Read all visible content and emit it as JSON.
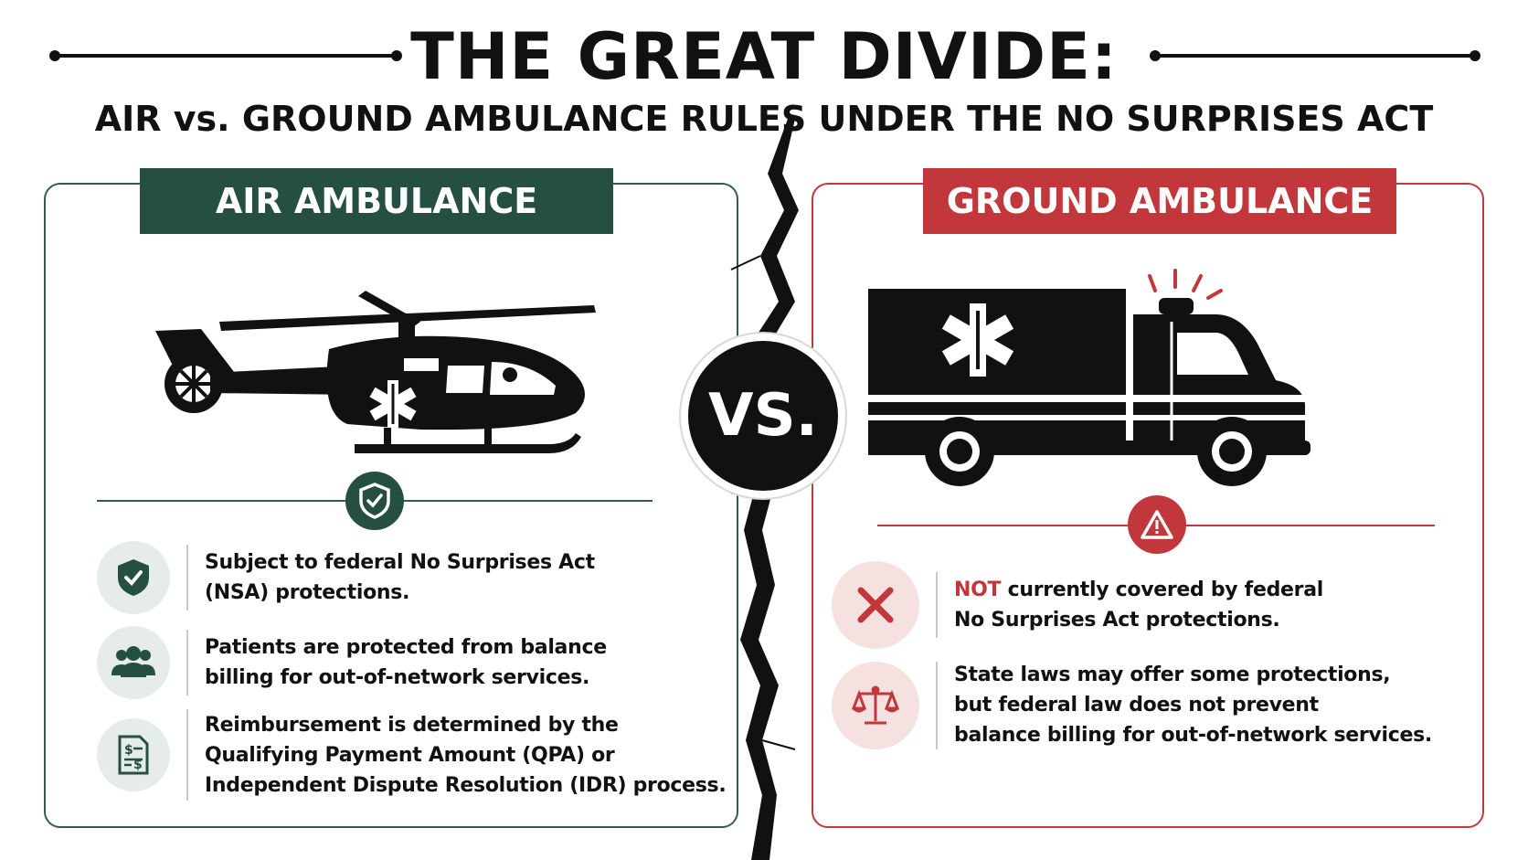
{
  "header": {
    "title": "THE GREAT DIVIDE:",
    "subtitle": "AIR vs. GROUND AMBULANCE RULES UNDER THE NO SURPRISES ACT"
  },
  "vs_label": "VS.",
  "air": {
    "heading": "AIR AMBULANCE",
    "color": "#244f42",
    "vehicle_icon": "helicopter-icon",
    "badge_icon": "shield-check-icon",
    "items": [
      {
        "icon": "shield-check-icon",
        "text_lines": [
          "Subject to federal No Surprises Act",
          "(NSA) protections."
        ]
      },
      {
        "icon": "people-group-icon",
        "text_lines": [
          "Patients are protected from balance",
          "billing for out-of-network services."
        ]
      },
      {
        "icon": "payment-document-icon",
        "text_lines": [
          "Reimbursement is determined by the",
          "Qualifying Payment Amount (QPA) or",
          "Independent Dispute Resolution (IDR) process."
        ]
      }
    ]
  },
  "ground": {
    "heading": "GROUND AMBULANCE",
    "color": "#c1373b",
    "vehicle_icon": "ambulance-truck-icon",
    "badge_icon": "warning-triangle-icon",
    "items": [
      {
        "icon": "x-mark-icon",
        "emphasis": "NOT",
        "text_rest": " currently covered by federal",
        "text_line2": "No Surprises Act protections."
      },
      {
        "icon": "scales-icon",
        "text_lines": [
          "State laws may offer some protections,",
          "but federal law does not prevent",
          "balance billing for out-of-network services."
        ]
      }
    ]
  }
}
